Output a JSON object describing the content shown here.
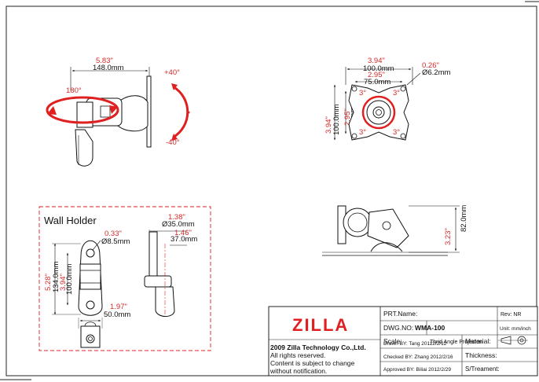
{
  "brand": {
    "logo_text": "ZILLA",
    "accent": "#e02020"
  },
  "view_top_left": {
    "dim_in": "5.83\"",
    "dim_mm": "148.0mm",
    "angle_swivel": "180°",
    "angle_up": "+40°",
    "angle_down": "-40°"
  },
  "view_top_right": {
    "width_in": "3.94\"",
    "width_mm": "100.0mm",
    "inner_in": "2.95\"",
    "inner_mm": "75.0mm",
    "hole_in": "0.26\"",
    "hole_mm": "Ø6.2mm",
    "height_in": "3.94\"",
    "height_mm": "100.0mm",
    "hinner_in": "2.95\"",
    "hinner_mm": "75.0mm",
    "deg": "3°"
  },
  "view_side": {
    "height_in": "3.23\"",
    "height_mm": "82.0mm"
  },
  "wall_holder": {
    "title": "Wall Holder",
    "hole_in": "0.33\"",
    "hole_mm": "Ø8.5mm",
    "outer_in": "5.28\"",
    "outer_mm": "134.0mm",
    "pitch_in": "3.94\"",
    "pitch_mm": "100.0mm",
    "width_in": "1.97\"",
    "width_mm": "50.0mm",
    "pipe_in": "1.38\"",
    "pipe_mm": "Ø35.0mm",
    "depth_in": "1.46\"",
    "depth_mm": "37.0mm"
  },
  "title_block": {
    "prt_name_label": "PRT.Name:",
    "rev_label": "Rev:",
    "rev_value": "NR",
    "dwg_label": "DWG.NO:",
    "dwg_value": "WMA-100",
    "unit_label": "Unit: mm/inch",
    "scale_label": "Scale:",
    "projection": "Thrid Angle Projecton",
    "company": "2009 Zilla Technology Co.,Ltd.",
    "rights1": "All rights reserved.",
    "rights2": "Content is subject to change",
    "rights3": "without notification.",
    "drawn": "Drawn BY:  Tang  20112/2/12",
    "checked": "Checked BY:  Zhang  2012/2/16",
    "approved": "Approved BY:  Biliai  2012/2/29",
    "material": "Material:",
    "thickness": "Thickness:",
    "treatment": "S/Treament:"
  }
}
